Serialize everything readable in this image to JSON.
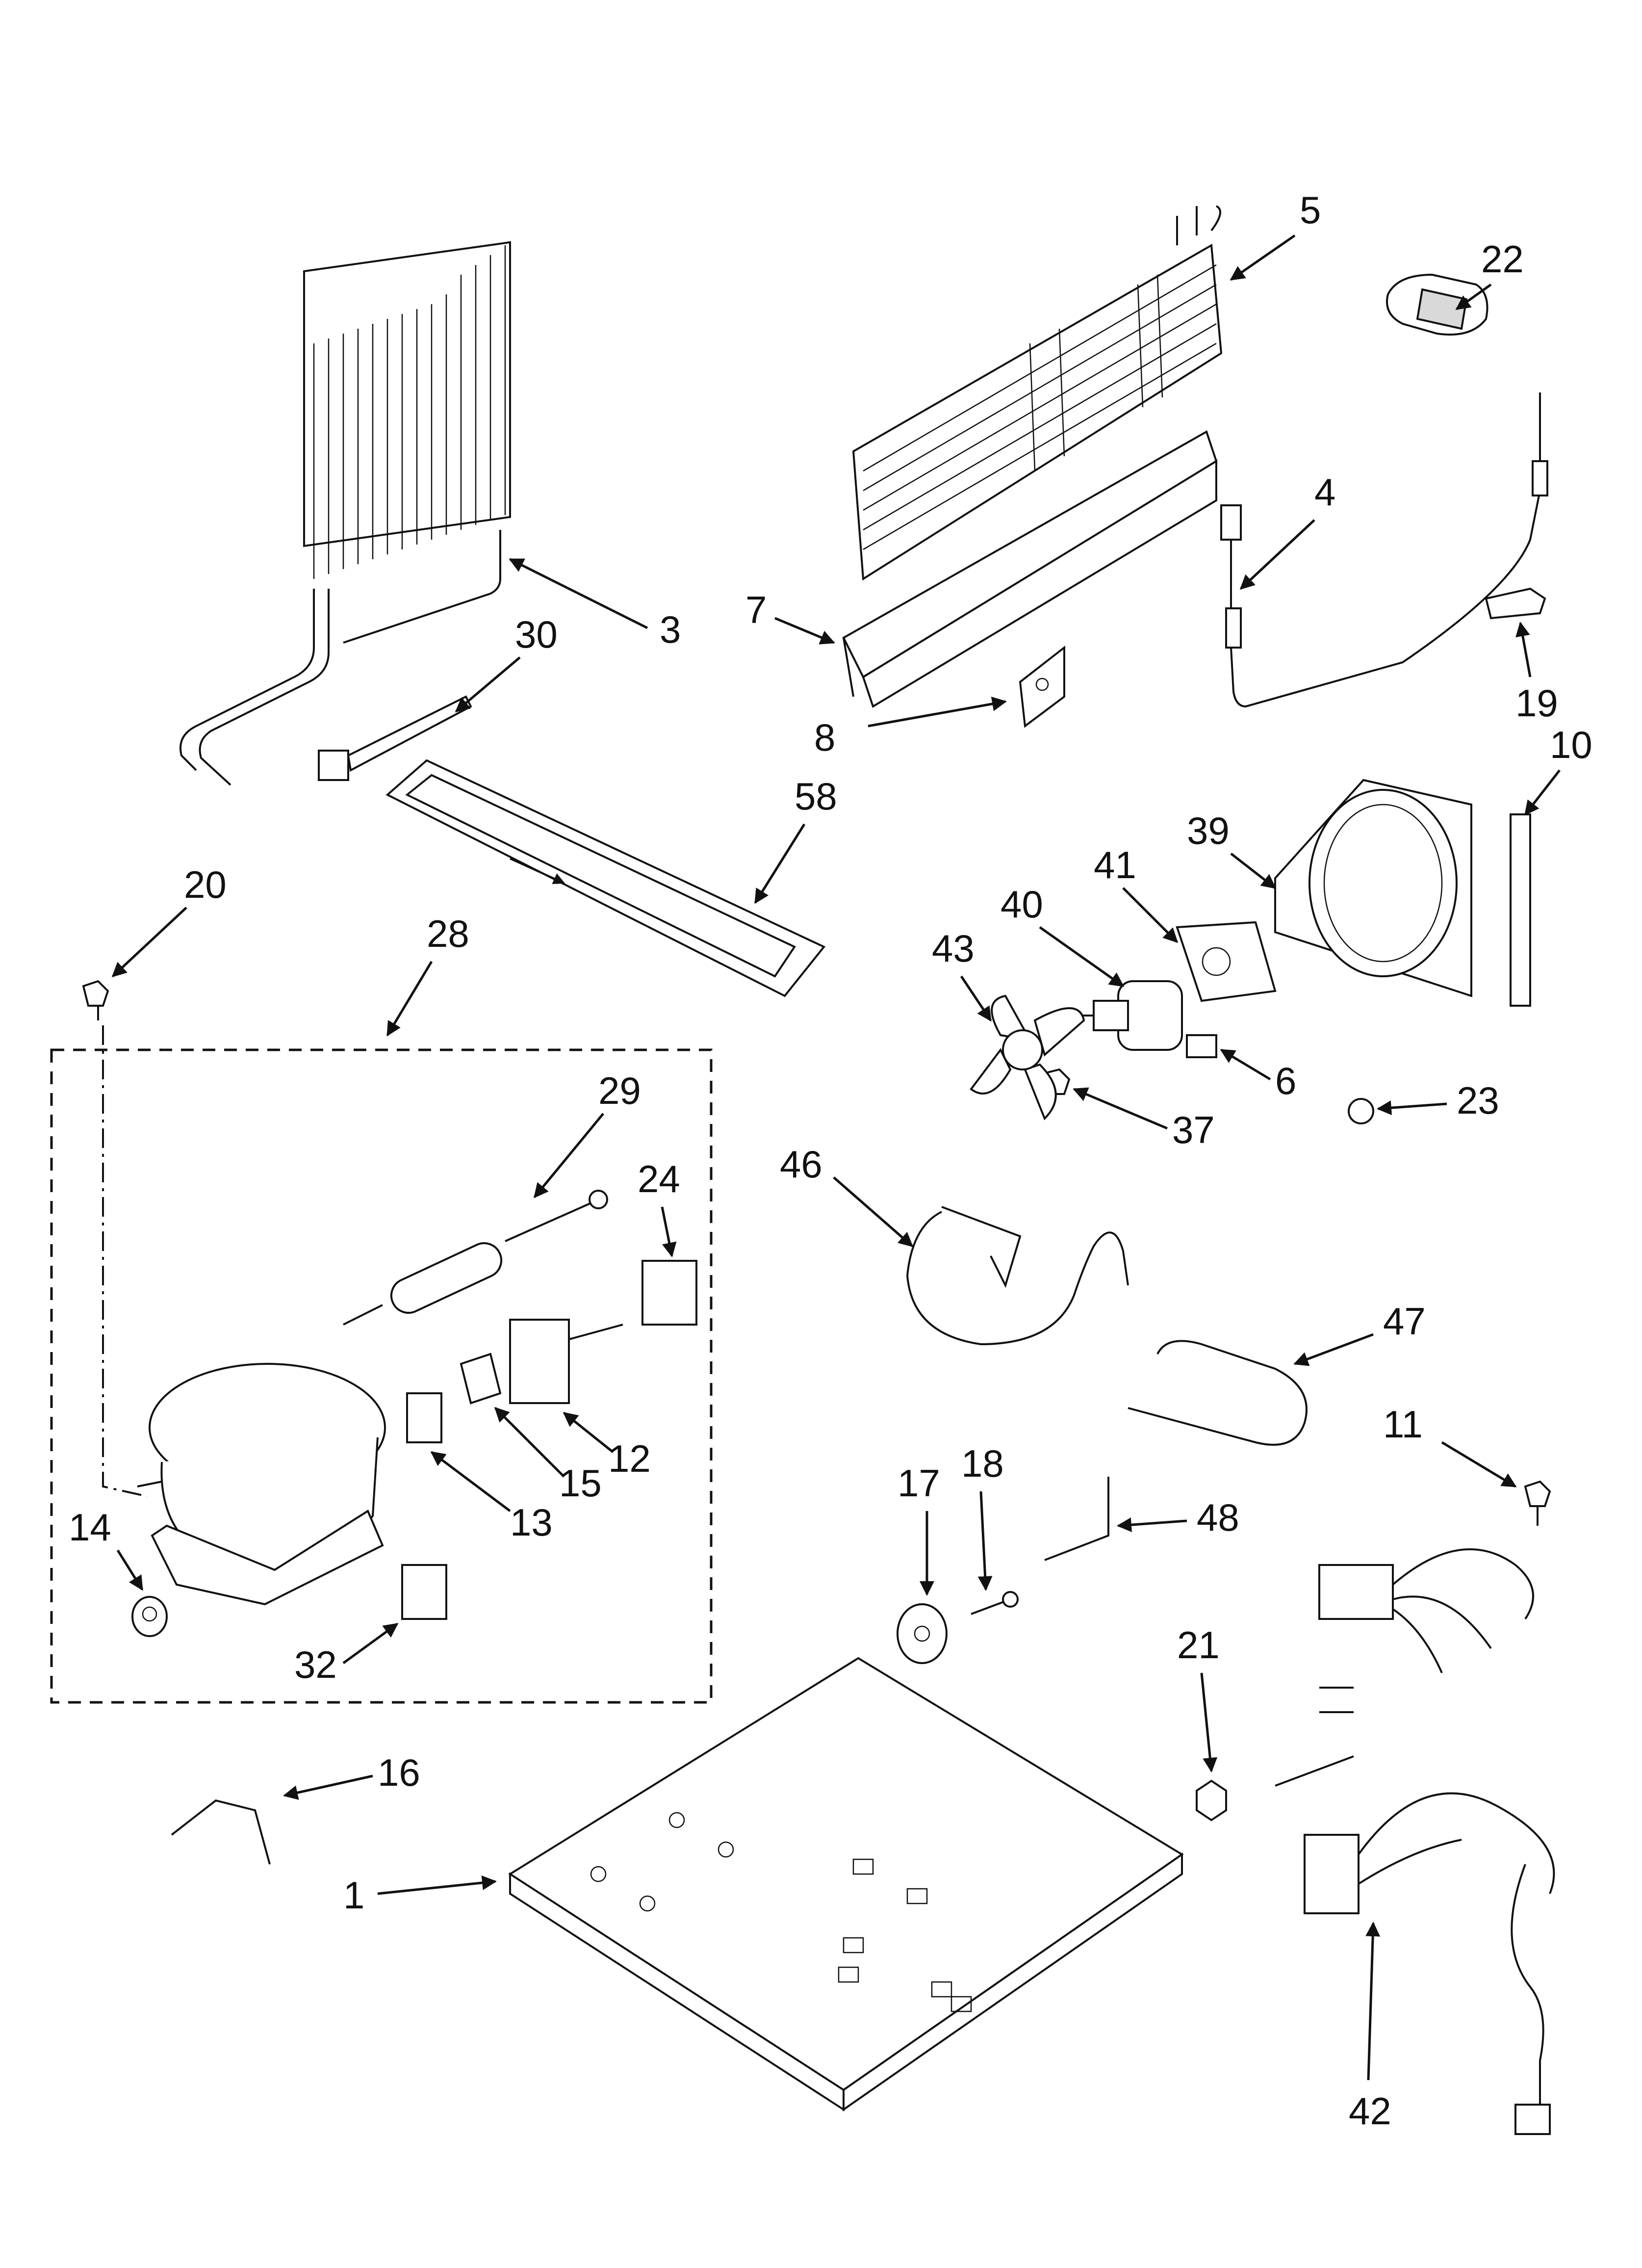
{
  "diagram": {
    "type": "exploded parts diagram",
    "labels": {
      "p1": "1",
      "p3": "3",
      "p4": "4",
      "p5": "5",
      "p6": "6",
      "p7": "7",
      "p8": "8",
      "p10": "10",
      "p11": "11",
      "p12": "12",
      "p13": "13",
      "p14": "14",
      "p15": "15",
      "p16": "16",
      "p17": "17",
      "p18": "18",
      "p19": "19",
      "p20": "20",
      "p21": "21",
      "p22": "22",
      "p23": "23",
      "p24": "24",
      "p28": "28",
      "p29": "29",
      "p30": "30",
      "p32": "32",
      "p37": "37",
      "p39": "39",
      "p40": "40",
      "p41": "41",
      "p42": "42",
      "p43": "43",
      "p46": "46",
      "p47": "47",
      "p48": "48",
      "p58": "58"
    }
  }
}
